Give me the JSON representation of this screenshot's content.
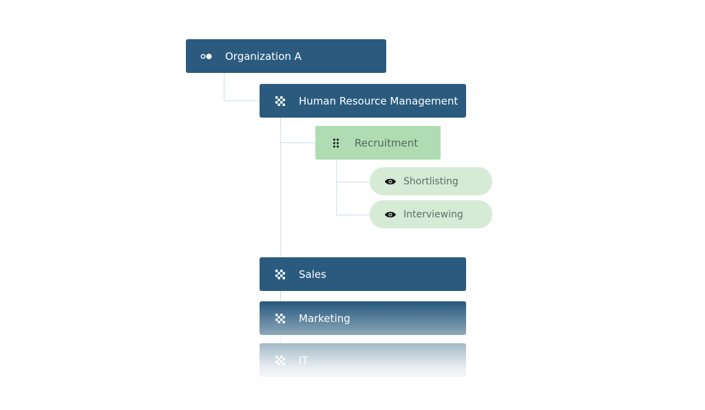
{
  "org": {
    "root": {
      "label": "Organization A",
      "icon": "circles-icon"
    },
    "departments": [
      {
        "label": "Human Resource Management",
        "icon": "checker-icon"
      },
      {
        "label": "Sales",
        "icon": "checker-icon"
      },
      {
        "label": "Marketing",
        "icon": "checker-icon"
      },
      {
        "label": "IT",
        "icon": "checker-icon"
      }
    ],
    "team": {
      "label": "Recruitment",
      "icon": "drag-dots-icon"
    },
    "tasks": [
      {
        "label": "Shortlisting",
        "icon": "eye-icon"
      },
      {
        "label": "Interviewing",
        "icon": "eye-icon"
      }
    ]
  },
  "colors": {
    "department": "#2a5b7f",
    "team": "#b0dcb4",
    "task": "#d5ebd6",
    "connector": "#c9def0"
  }
}
